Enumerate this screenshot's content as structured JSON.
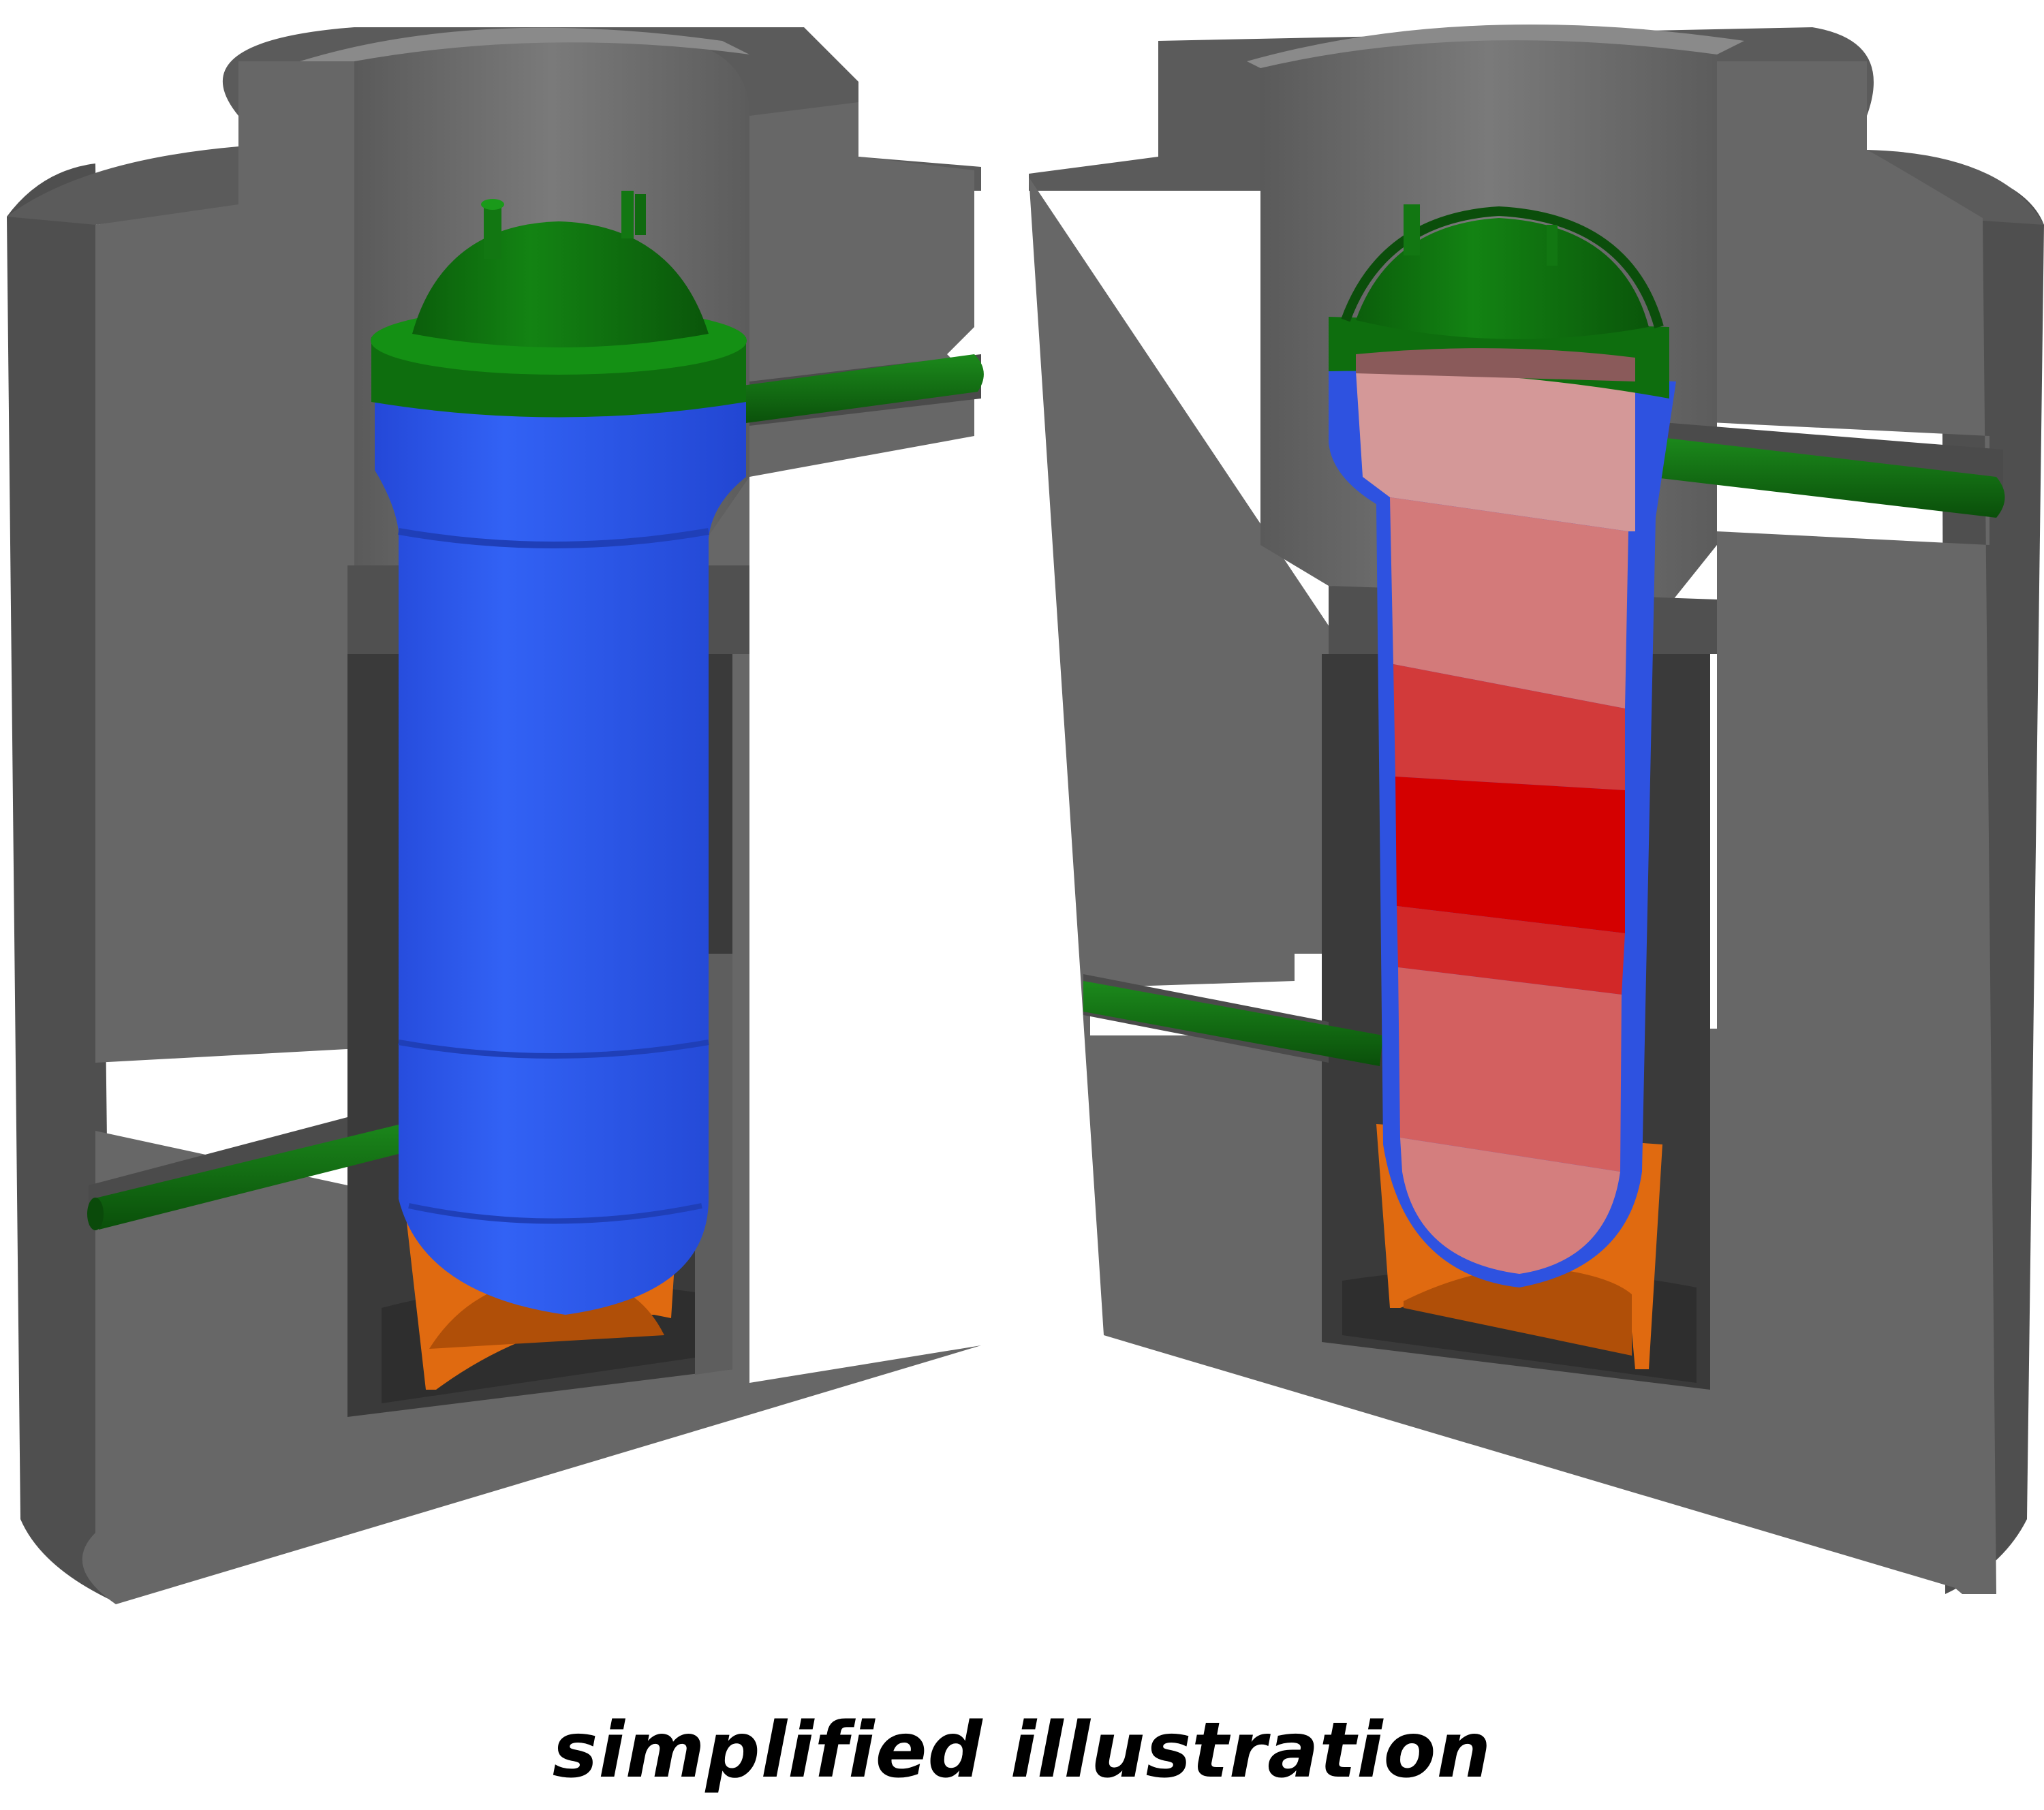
{
  "caption": "simplified illustration",
  "colors": {
    "background": "#ffffff",
    "shield_face": "#676767",
    "shield_side": "#555555",
    "shield_inner_dark": "#4a4a4a",
    "cavity": "#333333",
    "vessel": "#2e5cf0",
    "vessel_edge": "#2040c0",
    "head": "#0d6b0d",
    "pipe": "#0f6a14",
    "support_skirt": "#e06a10",
    "core_hot": "#d40000",
    "core_warm": "#d23a3a",
    "core_mild": "#d36c6c",
    "core_cool": "#d49898"
  },
  "panels": [
    {
      "id": "left",
      "view": "external",
      "vessel_icon": "reactor-vessel-icon"
    },
    {
      "id": "right",
      "view": "cutaway",
      "vessel_icon": "reactor-core-cutaway-icon"
    }
  ]
}
